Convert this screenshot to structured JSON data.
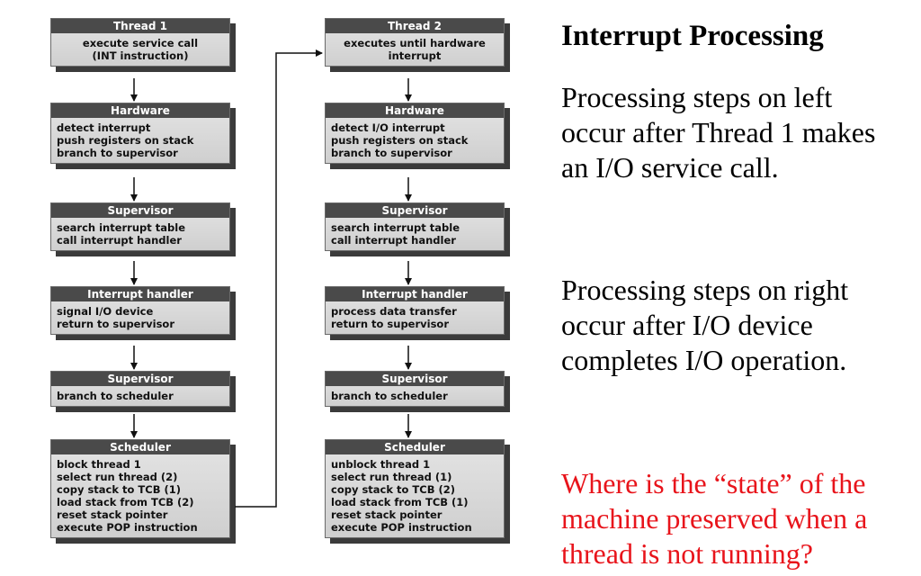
{
  "left_column": [
    {
      "header": "Thread 1",
      "lines": [
        "execute service call",
        "(INT instruction)"
      ]
    },
    {
      "header": "Hardware",
      "lines": [
        "detect interrupt",
        "push registers on stack",
        "branch to supervisor"
      ]
    },
    {
      "header": "Supervisor",
      "lines": [
        "search interrupt table",
        "call interrupt handler"
      ]
    },
    {
      "header": "Interrupt handler",
      "lines": [
        "signal I/O device",
        "return to supervisor"
      ]
    },
    {
      "header": "Supervisor",
      "lines": [
        "branch to scheduler"
      ]
    },
    {
      "header": "Scheduler",
      "lines": [
        "block thread 1",
        "select run thread (2)",
        "copy stack to TCB (1)",
        "load stack from TCB (2)",
        "reset stack pointer",
        "execute POP instruction"
      ]
    }
  ],
  "right_column": [
    {
      "header": "Thread 2",
      "lines": [
        "executes until hardware",
        "interrupt"
      ]
    },
    {
      "header": "Hardware",
      "lines": [
        "detect I/O interrupt",
        "push registers on stack",
        "branch to supervisor"
      ]
    },
    {
      "header": "Supervisor",
      "lines": [
        "search interrupt table",
        "call interrupt handler"
      ]
    },
    {
      "header": "Interrupt handler",
      "lines": [
        "process data transfer",
        "return to supervisor"
      ]
    },
    {
      "header": "Supervisor",
      "lines": [
        "branch to scheduler"
      ]
    },
    {
      "header": "Scheduler",
      "lines": [
        "unblock thread 1",
        "select run thread (1)",
        "copy stack to TCB (2)",
        "load stack from TCB (1)",
        "reset stack pointer",
        "execute POP instruction"
      ]
    }
  ],
  "text": {
    "title": "Interrupt Processing",
    "para1": [
      "Processing steps on left",
      "occur after Thread 1 makes",
      "an I/O service call."
    ],
    "para2": [
      "Processing steps on right",
      "occur after I/O device",
      "completes I/O operation."
    ],
    "question": [
      "Where is the “state” of the",
      "machine preserved when a",
      "thread is not running?"
    ]
  },
  "colors": {
    "question_text": "#e8141b",
    "box_header": "#4a4a4a",
    "box_shadow": "#3b3b3b",
    "connector": "#111111"
  }
}
